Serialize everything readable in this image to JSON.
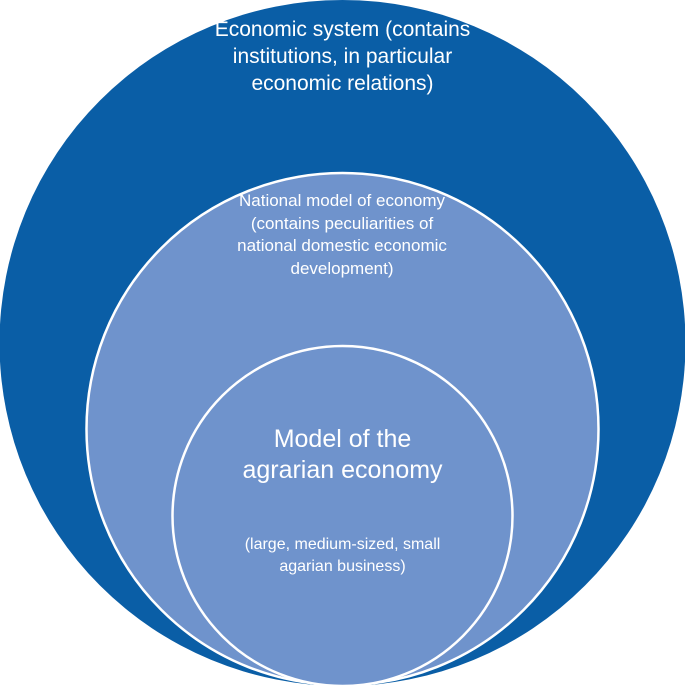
{
  "diagram": {
    "outer": {
      "label": "Economic system (contains institutions, in particular economic relations)",
      "fill": "#0a5ea6"
    },
    "middle": {
      "label": "National model of economy (contains peculiarities of national domestic economic development)",
      "fill": "#6f93cc"
    },
    "inner": {
      "title": "Model of the agrarian economy",
      "description": "(large, medium-sized, small agarian business)",
      "fill": "#6f93cc"
    },
    "border_color": "#ffffff"
  }
}
